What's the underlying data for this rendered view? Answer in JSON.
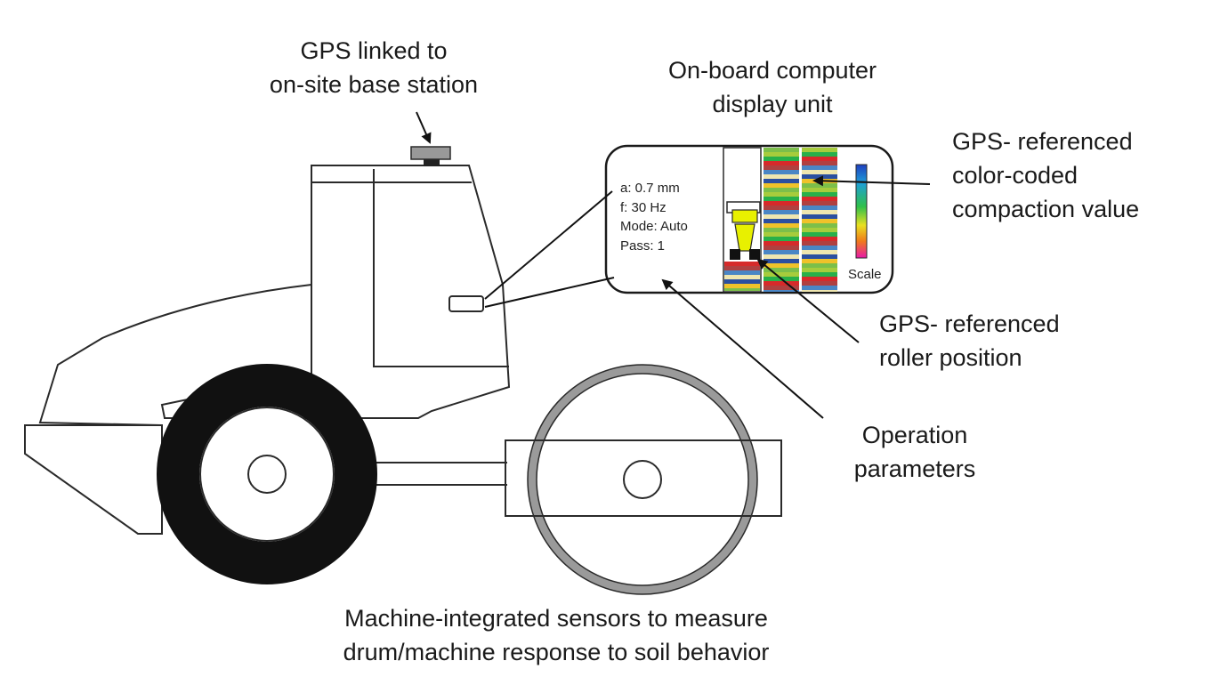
{
  "labels": {
    "gps_base": [
      "GPS linked to",
      "on-site base station"
    ],
    "display_unit": [
      "On-board computer",
      "display unit"
    ],
    "compaction_value": [
      "GPS- referenced",
      "color-coded",
      "compaction value"
    ],
    "roller_position": [
      "GPS- referenced",
      "roller position"
    ],
    "operation_parameters": [
      "Operation",
      "parameters"
    ],
    "sensors": [
      "Machine-integrated sensors to measure",
      "drum/machine response to soil  behavior"
    ]
  },
  "display": {
    "parameters": [
      "a: 0.7 mm",
      "f: 30 Hz",
      "Mode: Auto",
      "Pass: 1"
    ],
    "scale_label": "Scale"
  },
  "colors": {
    "outline": "#2a2a2a",
    "tire": "#111111",
    "drum_shell": "#9a9a9a",
    "gps_antenna": "#999999",
    "roller_marker": "#e8f000",
    "compaction_palette": [
      "#2b4fa0",
      "#4a86c5",
      "#7cbf4a",
      "#a7cc3c",
      "#f0c22a",
      "#d62a2a",
      "#b04040",
      "#28b04a",
      "#efe6b0"
    ]
  }
}
